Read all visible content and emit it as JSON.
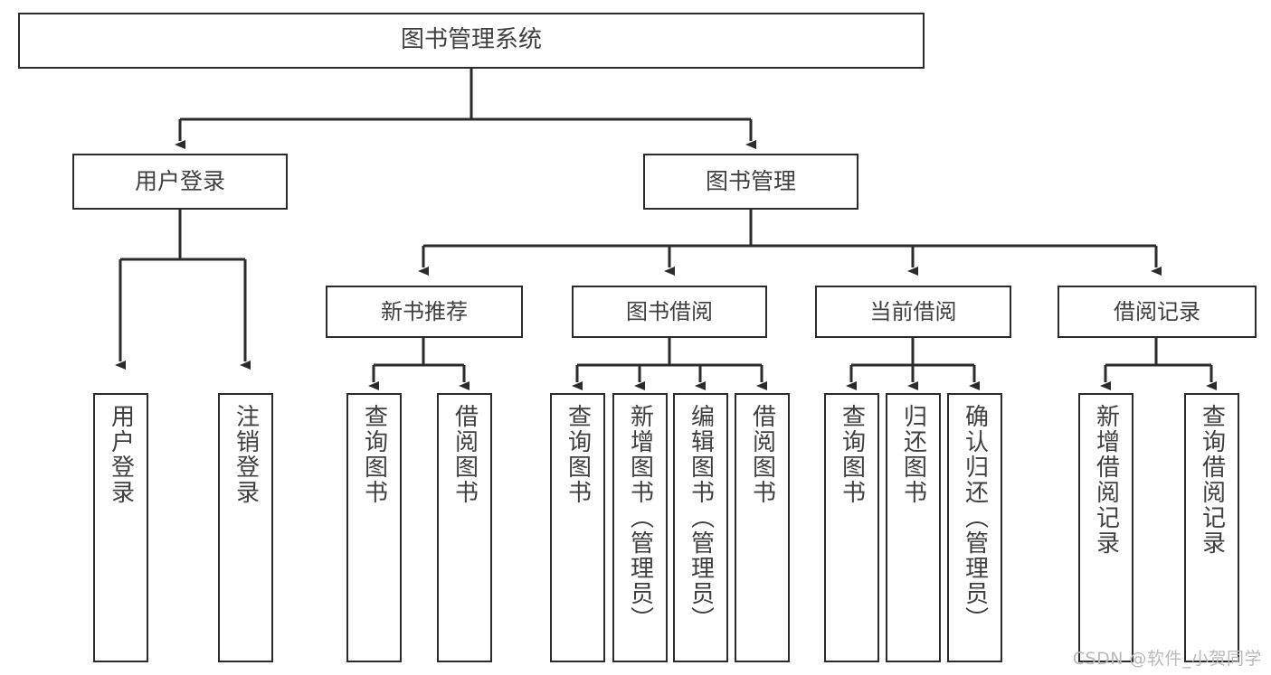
{
  "diagram": {
    "title": "图书管理系统",
    "watermark": "CSDN @软件_小贺同学",
    "stroke_color": "#2b2b2b",
    "text_color": "#3f3f3f",
    "background_color": "#ffffff",
    "root": {
      "label": "图书管理系统"
    },
    "level2": [
      {
        "label": "用户登录"
      },
      {
        "label": "图书管理"
      }
    ],
    "level3": [
      {
        "label": "新书推荐"
      },
      {
        "label": "图书借阅"
      },
      {
        "label": "当前借阅"
      },
      {
        "label": "借阅记录"
      }
    ],
    "leaves": [
      {
        "label": "用户登录",
        "parent": "用户登录"
      },
      {
        "label": "注销登录",
        "parent": "用户登录"
      },
      {
        "label": "查询图书",
        "parent": "新书推荐"
      },
      {
        "label": "借阅图书",
        "parent": "新书推荐"
      },
      {
        "label": "查询图书",
        "parent": "图书借阅"
      },
      {
        "label": "新增图书（管理员）",
        "parent": "图书借阅"
      },
      {
        "label": "编辑图书（管理员）",
        "parent": "图书借阅"
      },
      {
        "label": "借阅图书",
        "parent": "图书借阅"
      },
      {
        "label": "查询图书",
        "parent": "当前借阅"
      },
      {
        "label": "归还图书",
        "parent": "当前借阅"
      },
      {
        "label": "确认归还（管理员）",
        "parent": "当前借阅"
      },
      {
        "label": "新增借阅记录",
        "parent": "借阅记录"
      },
      {
        "label": "查询借阅记录",
        "parent": "借阅记录"
      }
    ]
  }
}
